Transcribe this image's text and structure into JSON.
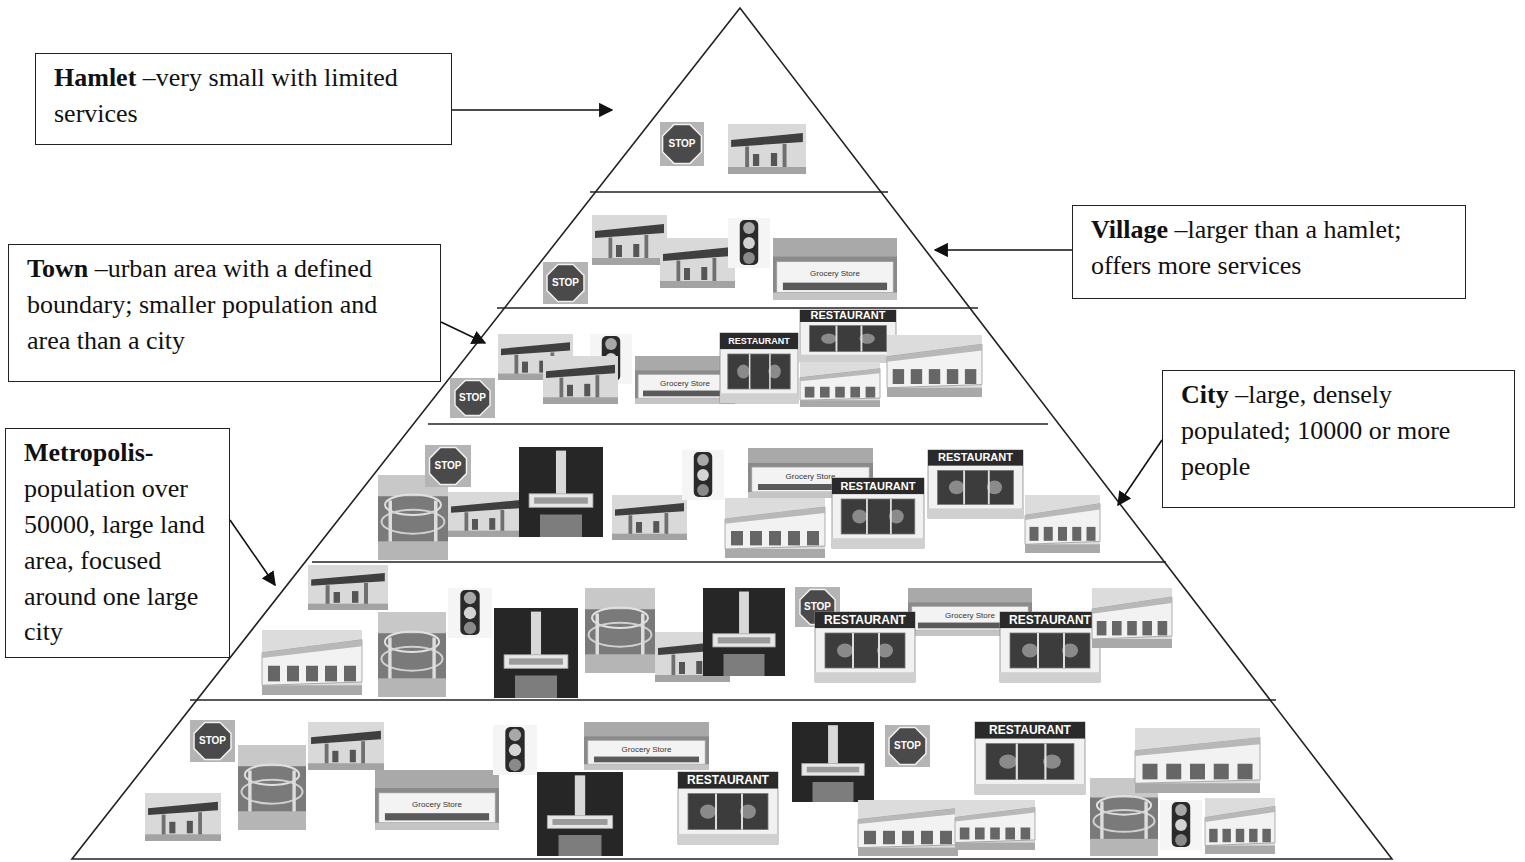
{
  "diagram": {
    "nodes": [
      {
        "text": [
          "Hamlet",
          "–very small with limited services"
        ]
      },
      {
        "text": [
          "Village",
          "–larger than a hamlet; offers more services"
        ]
      },
      {
        "text": [
          "Town",
          "–urban area with a defined boundary; smaller population and area than a city"
        ]
      },
      {
        "text": [
          "City",
          "–large, densely populated; 10000 or more people"
        ]
      },
      {
        "text": [
          "Metropolis-",
          "population over 50000, large land area, focused around one large city"
        ]
      }
    ],
    "labels": [
      "STOP",
      "STOP",
      "Grocery Store",
      "STOP",
      "Grocery Store",
      "RESTAURANT",
      "RESTAURANT",
      "STOP",
      "Grocery Store",
      "RESTAURANT",
      "RESTAURANT",
      "STOP",
      "RESTAURANT",
      "Grocery Store",
      "RESTAURANT",
      "STOP",
      "Grocery Store",
      "Grocery Store",
      "RESTAURANT",
      "STOP",
      "RESTAURANT"
    ]
  }
}
